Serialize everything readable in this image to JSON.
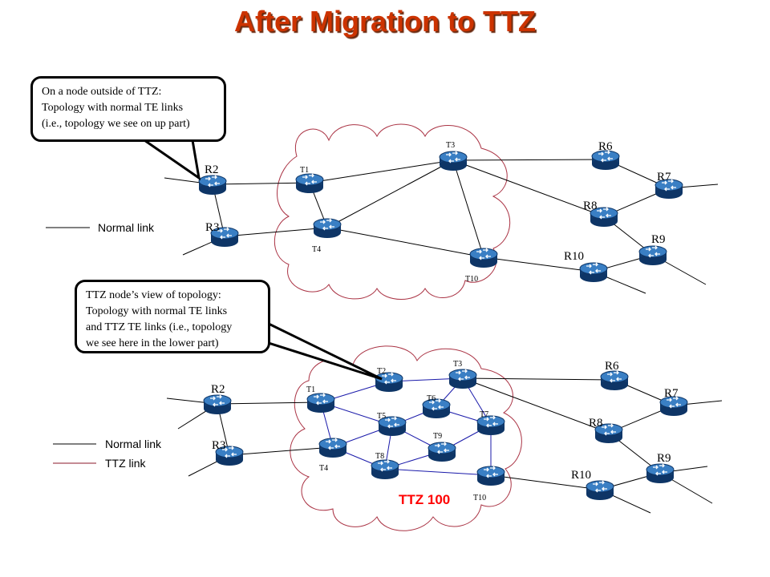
{
  "title": "After Migration to TTZ",
  "callout_top": {
    "lines": [
      "On a node outside of TTZ:",
      "Topology with normal TE links",
      "(i.e., topology we see on up part)"
    ]
  },
  "callout_bottom": {
    "lines": [
      "TTZ node’s view of topology:",
      "Topology with normal TE links",
      "and TTZ TE links (i.e., topology",
      "we see here in the lower part)"
    ]
  },
  "legend_top": {
    "normal": "Normal link"
  },
  "legend_bottom": {
    "normal": "Normal link",
    "ttz": "TTZ link"
  },
  "top_nodes": {
    "R2": "R2",
    "R3": "R3",
    "T1": "T1",
    "T3": "T3",
    "T4": "T4",
    "T10": "T10",
    "R6": "R6",
    "R7": "R7",
    "R8": "R8",
    "R9": "R9",
    "R10": "R10"
  },
  "bottom_nodes": {
    "R2": "R2",
    "R3": "R3",
    "T1": "T1",
    "T2": "T2",
    "T3": "T3",
    "T4": "T4",
    "T5": "T5",
    "T6": "T6",
    "T7": "T7",
    "T8": "T8",
    "T9": "T9",
    "T10": "T10",
    "R6": "R6",
    "R7": "R7",
    "R8": "R8",
    "R9": "R9",
    "R10": "R10"
  },
  "ttz_label": "TTZ 100",
  "colors": {
    "title": "#cc3300",
    "cloud_outline": "#aa3344",
    "ttz_link": "#1a1aaa",
    "ttz_legend_line": "#8b1a2a",
    "ttz_label": "#ff0000",
    "router": "#1c4f8a"
  },
  "icons": {
    "router": "router-icon",
    "cloud": "ttz-cloud"
  }
}
